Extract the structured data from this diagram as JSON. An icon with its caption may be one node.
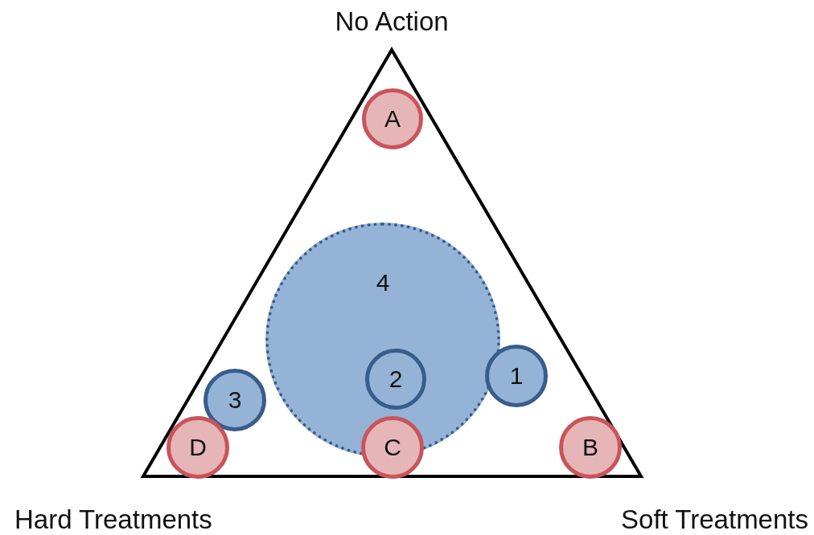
{
  "diagram": {
    "nodes": [
      {
        "text": [
          "A"
        ]
      },
      {
        "text": [
          "4"
        ]
      },
      {
        "text": [
          "2"
        ],
        "in": 1
      },
      {
        "text": [
          "1"
        ]
      },
      {
        "text": [
          "3"
        ]
      },
      {
        "text": [
          "D"
        ]
      },
      {
        "text": [
          "C"
        ]
      },
      {
        "text": [
          "B"
        ]
      }
    ],
    "labels": [
      "No Action",
      "Hard Treatments",
      "Soft Treatments"
    ]
  }
}
